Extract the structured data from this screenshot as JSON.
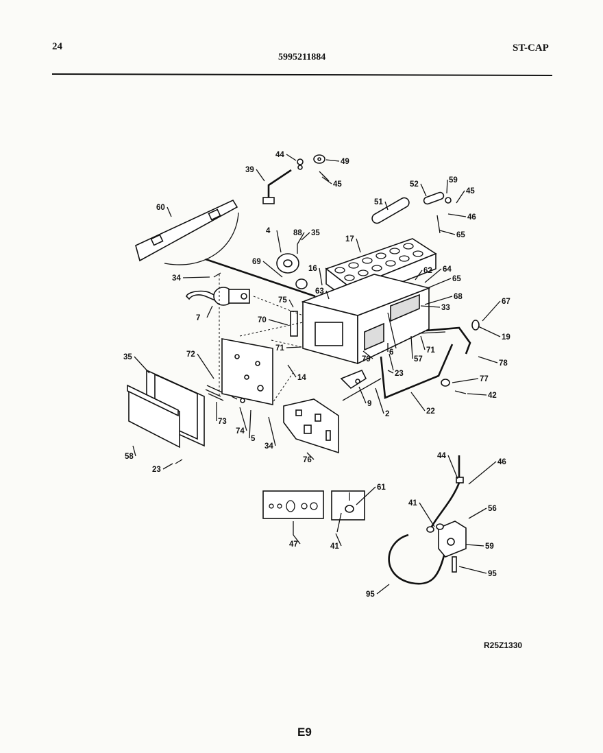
{
  "header": {
    "page_number": "24",
    "model_number": "5995211884",
    "brand": "ST-CAP"
  },
  "diagram": {
    "drawing_id": "R25Z1330",
    "page_code": "E9",
    "callouts": [
      "44",
      "49",
      "39",
      "45",
      "52",
      "59",
      "45",
      "51",
      "46",
      "65",
      "60",
      "4",
      "88",
      "35",
      "17",
      "69",
      "16",
      "34",
      "63",
      "62",
      "64",
      "65",
      "68",
      "33",
      "67",
      "75",
      "70",
      "19",
      "7",
      "71",
      "79",
      "6",
      "57",
      "71",
      "78",
      "72",
      "14",
      "23",
      "35",
      "77",
      "73",
      "74",
      "5",
      "9",
      "2",
      "22",
      "42",
      "34",
      "58",
      "76",
      "23",
      "44",
      "46",
      "61",
      "41",
      "47",
      "41",
      "59",
      "56",
      "95",
      "95"
    ]
  }
}
